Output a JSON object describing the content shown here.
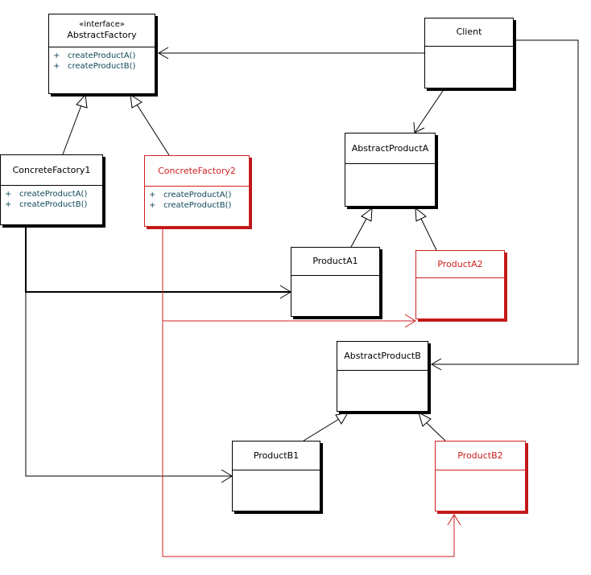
{
  "diagram": {
    "colors": {
      "default": "#000000",
      "highlight": "#d02020",
      "operation_text": "#0f4a5a"
    },
    "classes": {
      "abstract_factory": {
        "stereotype": "«interface»",
        "name": "AbstractFactory",
        "operations": [
          {
            "visibility": "+",
            "name": "createProductA()"
          },
          {
            "visibility": "+",
            "name": "createProductB()"
          }
        ]
      },
      "client": {
        "name": "Client"
      },
      "concrete_factory_1": {
        "name": "ConcreteFactory1",
        "operations": [
          {
            "visibility": "+",
            "name": "createProductA()"
          },
          {
            "visibility": "+",
            "name": "createProductB()"
          }
        ]
      },
      "concrete_factory_2": {
        "name": "ConcreteFactory2",
        "operations": [
          {
            "visibility": "+",
            "name": "createProductA()"
          },
          {
            "visibility": "+",
            "name": "createProductB()"
          }
        ]
      },
      "abstract_product_a": {
        "name": "AbstractProductA"
      },
      "product_a1": {
        "name": "ProductA1"
      },
      "product_a2": {
        "name": "ProductA2"
      },
      "abstract_product_b": {
        "name": "AbstractProductB"
      },
      "product_b1": {
        "name": "ProductB1"
      },
      "product_b2": {
        "name": "ProductB2"
      }
    },
    "relationships": [
      {
        "type": "realization",
        "from": "ConcreteFactory1",
        "to": "AbstractFactory"
      },
      {
        "type": "realization",
        "from": "ConcreteFactory2",
        "to": "AbstractFactory"
      },
      {
        "type": "association",
        "from": "Client",
        "to": "AbstractFactory"
      },
      {
        "type": "association",
        "from": "Client",
        "to": "AbstractProductA"
      },
      {
        "type": "association",
        "from": "Client",
        "to": "AbstractProductB"
      },
      {
        "type": "generalization",
        "from": "ProductA1",
        "to": "AbstractProductA"
      },
      {
        "type": "generalization",
        "from": "ProductA2",
        "to": "AbstractProductA"
      },
      {
        "type": "generalization",
        "from": "ProductB1",
        "to": "AbstractProductB"
      },
      {
        "type": "generalization",
        "from": "ProductB2",
        "to": "AbstractProductB"
      },
      {
        "type": "dependency",
        "from": "ConcreteFactory1",
        "to": "ProductA1"
      },
      {
        "type": "dependency",
        "from": "ConcreteFactory1",
        "to": "ProductB1"
      },
      {
        "type": "dependency",
        "from": "ConcreteFactory2",
        "to": "ProductA2",
        "highlighted": true
      },
      {
        "type": "dependency",
        "from": "ConcreteFactory2",
        "to": "ProductB2",
        "highlighted": true
      }
    ]
  }
}
